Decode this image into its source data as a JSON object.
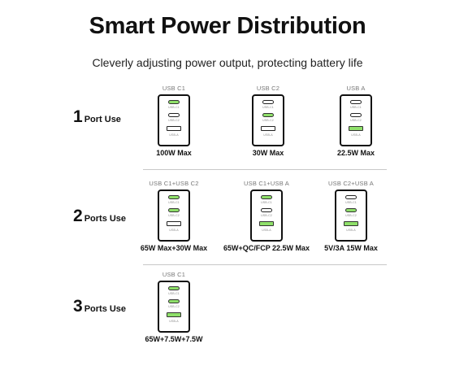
{
  "title": "Smart Power Distribution",
  "subtitle": "Cleverly adjusting power output, protecting battery life",
  "port_labels": [
    "USB-C1",
    "USB-C2",
    "USB-A"
  ],
  "colors": {
    "active": "#8fe06a",
    "inactive": "#ffffff",
    "frame": "#111111"
  },
  "rows": [
    {
      "number": "1",
      "label": "Port Use",
      "columns": [
        {
          "title": "USB C1",
          "caption": "100W Max",
          "active": [
            true,
            false,
            false
          ]
        },
        {
          "title": "USB C2",
          "caption": "30W Max",
          "active": [
            false,
            true,
            false
          ]
        },
        {
          "title": "USB A",
          "caption": "22.5W Max",
          "active": [
            false,
            false,
            true
          ]
        }
      ]
    },
    {
      "number": "2",
      "label": "Ports Use",
      "columns": [
        {
          "title": "USB C1+USB C2",
          "caption": "65W Max+30W Max",
          "active": [
            true,
            true,
            false
          ]
        },
        {
          "title": "USB C1+USB A",
          "caption": "65W+QC/FCP 22.5W Max",
          "active": [
            true,
            false,
            true
          ]
        },
        {
          "title": "USB C2+USB A",
          "caption": "5V/3A 15W Max",
          "active": [
            false,
            true,
            true
          ]
        }
      ]
    },
    {
      "number": "3",
      "label": "Ports Use",
      "columns": [
        {
          "title": "USB C1",
          "caption": "65W+7.5W+7.5W",
          "active": [
            true,
            true,
            true
          ]
        }
      ]
    }
  ]
}
